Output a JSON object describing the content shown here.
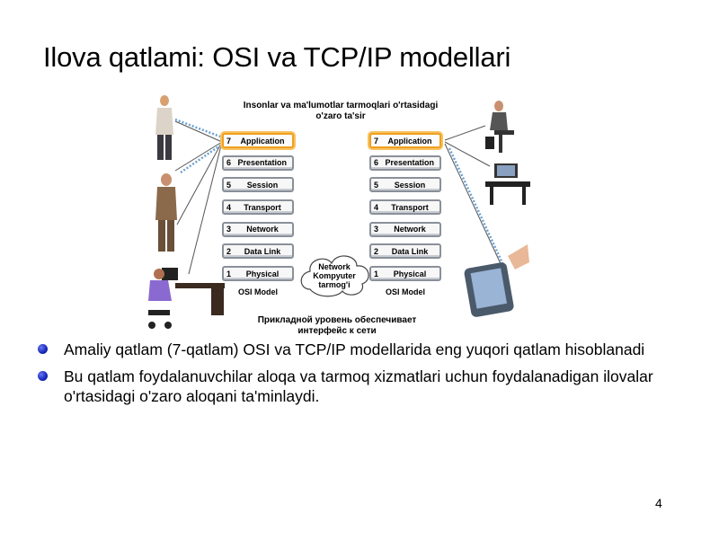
{
  "slide": {
    "title": "Ilova qatlami: OSI va TCP/IP modellari",
    "page_number": "4"
  },
  "figure": {
    "caption_top": "Insonlar va ma'lumotlar tarmoqlari o'rtasidagi o'zaro ta'sir",
    "caption_bottom": "Прикладной уровень обеспечивает интерфейс к сети",
    "left_stack": {
      "label": "OSI Model",
      "layers": [
        {
          "num": "7",
          "name": "Application"
        },
        {
          "num": "6",
          "name": "Presentation"
        },
        {
          "num": "5",
          "name": "Session"
        },
        {
          "num": "4",
          "name": "Transport"
        },
        {
          "num": "3",
          "name": "Network"
        },
        {
          "num": "2",
          "name": "Data Link"
        },
        {
          "num": "1",
          "name": "Physical"
        }
      ]
    },
    "right_stack": {
      "label": "OSI Model",
      "layers": [
        {
          "num": "7",
          "name": "Application"
        },
        {
          "num": "6",
          "name": "Presentation"
        },
        {
          "num": "5",
          "name": "Session"
        },
        {
          "num": "4",
          "name": "Transport"
        },
        {
          "num": "3",
          "name": "Network"
        },
        {
          "num": "2",
          "name": "Data Link"
        },
        {
          "num": "1",
          "name": "Physical"
        }
      ]
    },
    "cloud": {
      "line1": "Network",
      "line2": "Kompyuter",
      "line3": "tarmog'i"
    },
    "highlight_color": "#f0a020"
  },
  "bullets": [
    "Amaliy qatlam (7-qatlam) OSI va TCP/IP modellarida eng yuqori qatlam hisoblanadi",
    "Bu qatlam foydalanuvchilar aloqa va tarmoq xizmatlari uchun foydalanadigan ilovalar o'rtasidagi o'zaro aloqani ta'minlaydi."
  ]
}
